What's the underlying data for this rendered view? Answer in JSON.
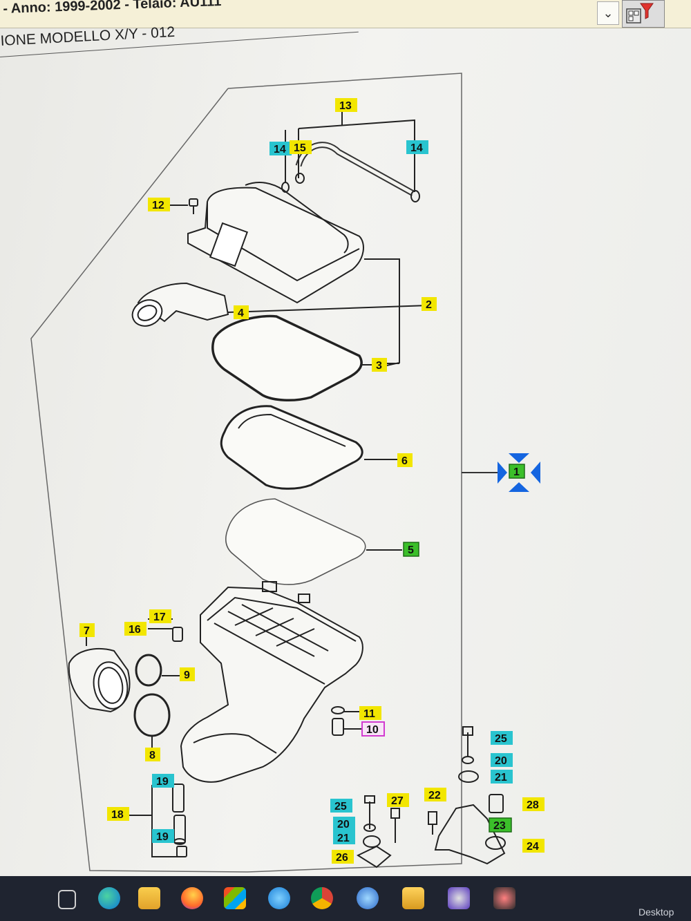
{
  "window": {
    "title": "- Anno: 1999-2002 - Telaio: AU111",
    "subtitle": "IONE MODELLO X/Y - 012"
  },
  "toolbar": {
    "dropdown_icon": "chevron-down-icon",
    "filter_icon": "filter-icon"
  },
  "diagram": {
    "callouts": {
      "c1": "1",
      "c2": "2",
      "c3": "3",
      "c4": "4",
      "c5": "5",
      "c6": "6",
      "c7": "7",
      "c8": "8",
      "c9": "9",
      "c10": "10",
      "c11": "11",
      "c12": "12",
      "c13": "13",
      "c14a": "14",
      "c14b": "14",
      "c15": "15",
      "c16": "16",
      "c17": "17",
      "c18": "18",
      "c19a": "19",
      "c19b": "19",
      "c20a": "20",
      "c20b": "20",
      "c21a": "21",
      "c21b": "21",
      "c22": "22",
      "c23": "23",
      "c24": "24",
      "c25a": "25",
      "c25b": "25",
      "c26": "26",
      "c27": "27",
      "c28": "28"
    },
    "colors": {
      "yellow": "#f2e600",
      "cyan": "#29c4cf",
      "green": "#3bbf2a",
      "magenta": "#d23ad0",
      "blue": "#1565e0"
    }
  },
  "taskbar": {
    "apps": [
      "task-view-icon",
      "edge-icon",
      "file-explorer-icon",
      "firefox-icon",
      "store-icon",
      "ie-icon",
      "chrome-icon",
      "app-icon",
      "folder-app-icon",
      "app-icon-2",
      "app-icon-3"
    ],
    "desktop_label": "Desktop"
  }
}
